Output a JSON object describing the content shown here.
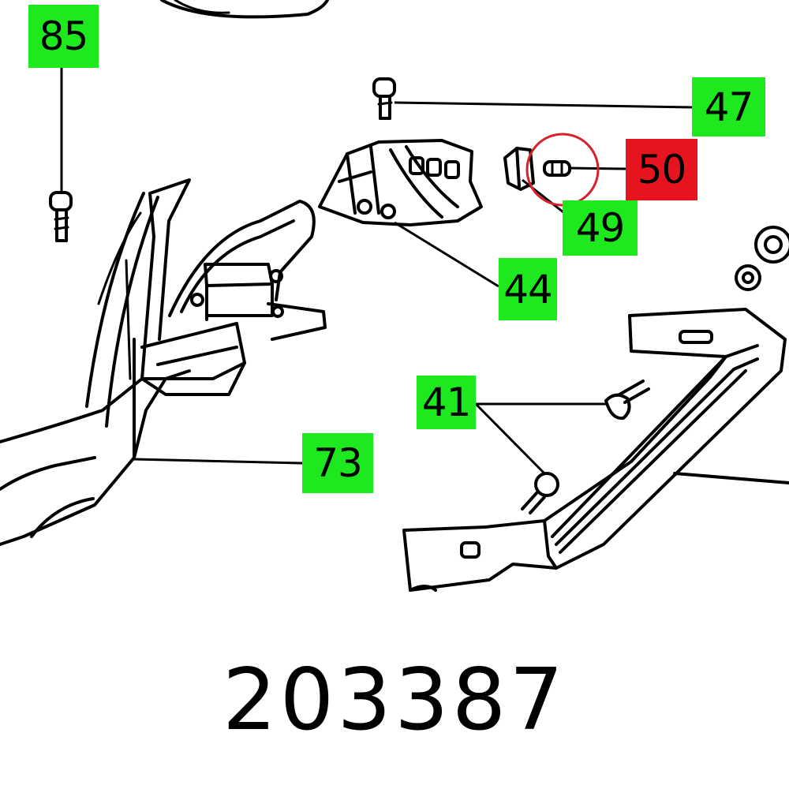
{
  "callouts": [
    {
      "id": "85",
      "label": "85",
      "state": "normal"
    },
    {
      "id": "47",
      "label": "47",
      "state": "normal"
    },
    {
      "id": "50",
      "label": "50",
      "state": "selected"
    },
    {
      "id": "49",
      "label": "49",
      "state": "normal"
    },
    {
      "id": "44",
      "label": "44",
      "state": "normal"
    },
    {
      "id": "41",
      "label": "41",
      "state": "normal"
    },
    {
      "id": "73",
      "label": "73",
      "state": "normal"
    }
  ],
  "part_number": "203387",
  "colors": {
    "callout": "#1ee81e",
    "selected_callout": "#e6141e",
    "highlight_circle": "#d8202a",
    "line_art": "#000000"
  }
}
